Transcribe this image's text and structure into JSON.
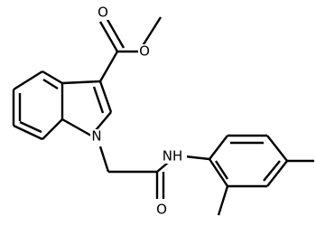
{
  "structure": {
    "atom_labels": {
      "ester_carbonyl_oxygen": "O",
      "ester_ether_oxygen": "O",
      "indole_nitrogen": "N",
      "amide_nitrogen": "NH",
      "amide_oxygen": "O"
    },
    "colors": {
      "background": "#ffffff",
      "bond": "#000000",
      "label": "#000000"
    }
  }
}
